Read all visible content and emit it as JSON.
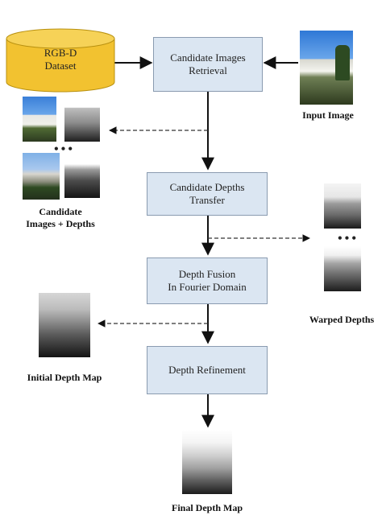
{
  "dataset": {
    "line1": "RGB-D",
    "line2": "Dataset"
  },
  "steps": [
    {
      "line1": "Candidate Images",
      "line2": "Retrieval"
    },
    {
      "line1": "Candidate Depths",
      "line2": "Transfer"
    },
    {
      "line1": "Depth Fusion",
      "line2": "In Fourier Domain"
    },
    {
      "line1": "Depth Refinement",
      "line2": ""
    }
  ],
  "labels": {
    "input_image": "Input Image",
    "candidate_line1": "Candidate",
    "candidate_line2": "Images + Depths",
    "warped_depths": "Warped Depths",
    "initial_depth_map": "Initial Depth Map",
    "final_depth_map": "Final Depth Map"
  },
  "ellipsis": "•••",
  "colors": {
    "box_fill": "#dbe6f2",
    "box_border": "#8a9bb0",
    "dataset_fill": "#f2c230",
    "arrow": "#111111"
  }
}
